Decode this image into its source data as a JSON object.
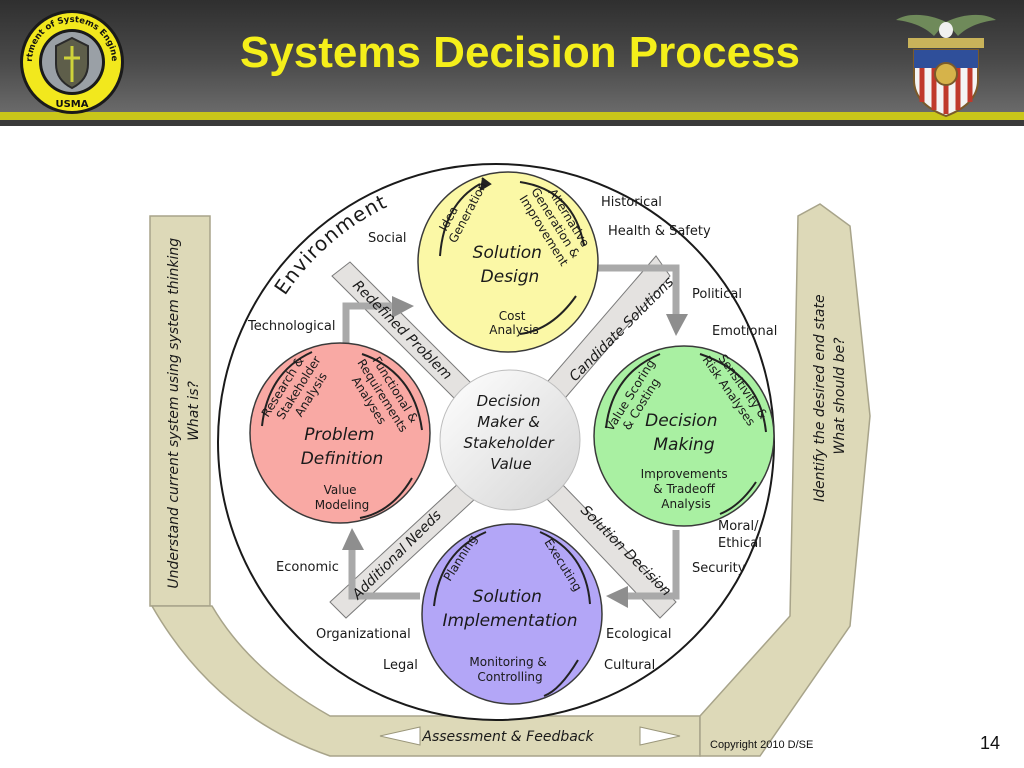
{
  "header": {
    "title": "Systems Decision Process",
    "left_logo_ring": "Department of Systems Engineering",
    "left_logo_bottom": "USMA"
  },
  "diagram": {
    "environment_label": "Environment",
    "factors": {
      "social": "Social",
      "historical": "Historical",
      "health_safety": "Health & Safety",
      "political": "Political",
      "emotional": "Emotional",
      "technological": "Technological",
      "moral": "Moral/",
      "ethical": "Ethical",
      "security": "Security",
      "economic": "Economic",
      "organizational": "Organizational",
      "ecological": "Ecological",
      "legal": "Legal",
      "cultural": "Cultural"
    },
    "bands": {
      "redefined_problem": "Redefined Problem",
      "candidate_solutions": "Candidate Solutions",
      "additional_needs": "Additional Needs",
      "solution_decision": "Solution Decision"
    },
    "center": {
      "line1": "Decision",
      "line2": "Maker &",
      "line3": "Stakeholder",
      "line4": "Value"
    },
    "solution_design": {
      "title1": "Solution",
      "title2": "Design",
      "step1a": "Idea",
      "step1b": "Generation",
      "step2a": "Alternative",
      "step2b": "Generation &",
      "step2c": "Improvement",
      "step3a": "Cost",
      "step3b": "Analysis"
    },
    "problem_definition": {
      "title1": "Problem",
      "title2": "Definition",
      "step1a": "Research &",
      "step1b": "Stakeholder",
      "step1c": "Analysis",
      "step2a": "Functional &",
      "step2b": "Requirements",
      "step2c": "Analyses",
      "step3a": "Value",
      "step3b": "Modeling"
    },
    "decision_making": {
      "title1": "Decision",
      "title2": "Making",
      "step1a": "Value Scoring",
      "step1b": "& Costing",
      "step2a": "Sensitivity &",
      "step2b": "Risk Analyses",
      "step3a": "Improvements",
      "step3b": "& Tradeoff",
      "step3c": "Analysis"
    },
    "solution_implementation": {
      "title1": "Solution",
      "title2": "Implementation",
      "step1": "Planning",
      "step2": "Executing",
      "step3a": "Monitoring &",
      "step3b": "Controlling"
    },
    "left_arrow": {
      "line1": "Understand current system using system thinking",
      "line2": "What is?"
    },
    "right_arrow": {
      "line1": "Identify the desired end state",
      "line2": "What should be?"
    },
    "bottom_arrow": "Assessment & Feedback"
  },
  "footer": {
    "copyright": "Copyright 2010 D/SE",
    "page_number": "14"
  },
  "colors": {
    "title": "#f5ef1a",
    "solution_design": "#fbf8a6",
    "problem_definition": "#f9a9a4",
    "decision_making": "#a9f0a2",
    "solution_implementation": "#b3a6f7",
    "arrow_fill": "#ddd9b8"
  }
}
